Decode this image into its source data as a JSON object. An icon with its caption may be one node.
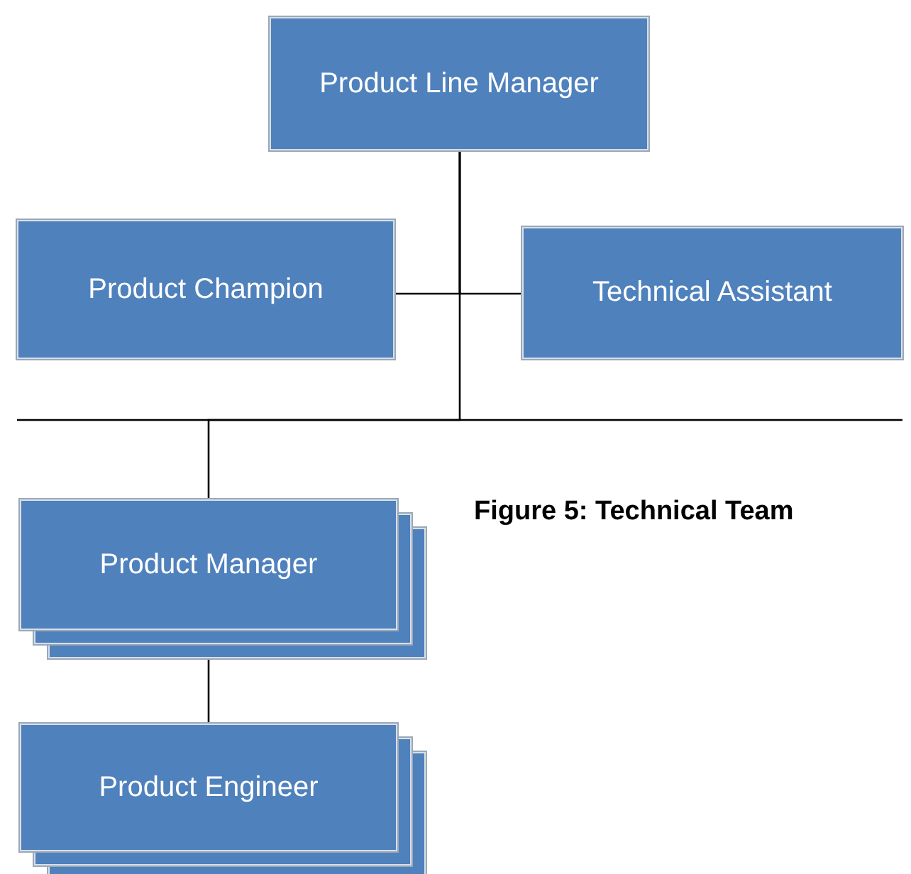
{
  "diagram": {
    "caption": "Figure 5: Technical Team",
    "nodes": [
      {
        "text": [
          "Product Line Manager"
        ]
      },
      {
        "text": [
          "Product Champion"
        ]
      },
      {
        "text": [
          "Technical Assistant"
        ]
      },
      {
        "text": [
          "Product Manager"
        ]
      },
      {
        "text": [
          "Product Engineer"
        ]
      }
    ],
    "edges": [
      {
        "from": 0,
        "to": 1,
        "arrow": "none"
      },
      {
        "from": 0,
        "to": 2,
        "arrow": "none"
      },
      {
        "from": 0,
        "to": 3,
        "arrow": "none"
      },
      {
        "from": 3,
        "to": 4,
        "arrow": "none"
      }
    ]
  }
}
